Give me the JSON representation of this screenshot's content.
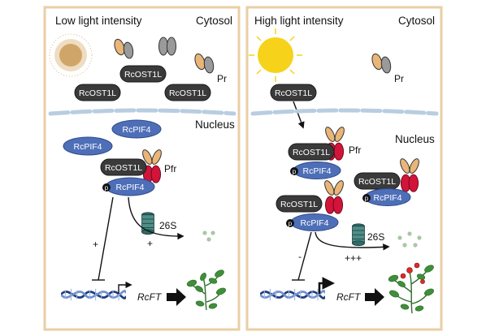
{
  "panels": {
    "left": {
      "title": "Low light intensity",
      "cytosol": "Cytosol",
      "nucleus": "Nucleus",
      "pr": "Pr",
      "pfr": "Pfr",
      "ost": "RcOST1L",
      "pif": "RcPIF4",
      "p": "p",
      "proteasome": "26S",
      "plus_left": "+",
      "plus_right": "+",
      "gene": "RcFT"
    },
    "right": {
      "title": "High light intensity",
      "cytosol": "Cytosol",
      "nucleus": "Nucleus",
      "pr": "Pr",
      "pfr": "Pfr",
      "ost": "RcOST1L",
      "pif": "RcPIF4",
      "p": "p",
      "proteasome": "26S",
      "minus": "-",
      "plus_right": "+++",
      "gene": "RcFT"
    }
  },
  "colors": {
    "frame": "#e8cfa6",
    "ost": "#3a3a3a",
    "pif": "#4e6fb8",
    "pfr": "#d2143a",
    "pr_tan": "#e9b678",
    "pr_grey": "#9a9a9a",
    "membrane": "#b8cde0",
    "sun_low": "#d9b47a",
    "sun_high": "#f6d21a",
    "plant": "#3f8f3a",
    "flower": "#d92b2b"
  }
}
